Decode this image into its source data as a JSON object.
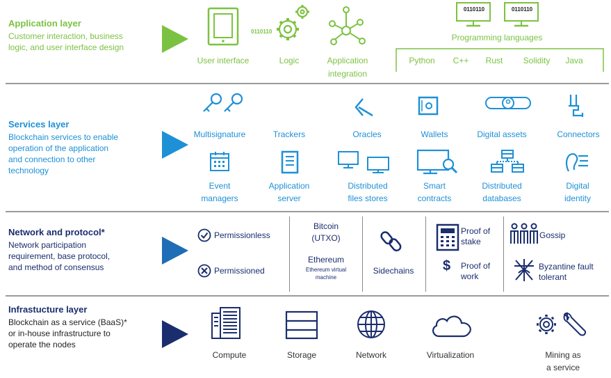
{
  "layers": {
    "application": {
      "title": "Application layer",
      "desc": [
        "Customer interaction, business",
        "logic, and user interface design"
      ]
    },
    "services": {
      "title": "Services layer",
      "desc": [
        "Blockchain services to enable",
        "operation of the application",
        "and connection to other",
        "technology"
      ]
    },
    "network": {
      "title": "Network and protocol*",
      "desc": [
        "Network participation",
        "requirement, base protocol,",
        "and method of consensus"
      ]
    },
    "infrastructure": {
      "title": "Infrastucture layer",
      "desc": [
        "Blockchain as a service (BaaS)*",
        "or in-house infrastructure to",
        "operate the nodes"
      ]
    }
  },
  "application": {
    "items": [
      "User interface",
      "Logic",
      "Application",
      "integration"
    ],
    "binary": [
      "0110110",
      "0110110",
      "0110110"
    ],
    "prog_title": "Programming languages",
    "languages": [
      "Python",
      "C++",
      "Rust",
      "Solidity",
      "Java"
    ]
  },
  "services": {
    "row1": [
      "Multisignature",
      "Trackers",
      "Oracles",
      "Wallets",
      "Digital assets",
      "Connectors"
    ],
    "row2": [
      [
        "Event",
        "managers"
      ],
      [
        "Application",
        "server"
      ],
      [
        "Distributed",
        "files stores"
      ],
      [
        "Smart",
        "contracts"
      ],
      [
        "Distributed",
        "databases"
      ],
      [
        "Digital",
        "identity"
      ]
    ]
  },
  "network": {
    "permissionless": "Permissionless",
    "permissioned": "Permissioned",
    "bitcoin": [
      "Bitcoin",
      "(UTXO)"
    ],
    "ethereum": "Ethereum",
    "evm": [
      "Ethereum virtual",
      "machine"
    ],
    "sidechains": "Sidechains",
    "pos": [
      "Proof of",
      "stake"
    ],
    "pow": [
      "Proof of",
      "work"
    ],
    "gossip": "Gossip",
    "bft": [
      "Byzantine fault",
      "tolerant"
    ]
  },
  "infrastructure": {
    "items": [
      "Compute",
      "Storage",
      "Network",
      "Virtualization"
    ],
    "mining": [
      "Mining as",
      "a service"
    ]
  },
  "colors": {
    "green": "#7cc242",
    "blue": "#1e90d6",
    "navy": "#1a2d6e",
    "separator": "#9a9a9a"
  }
}
